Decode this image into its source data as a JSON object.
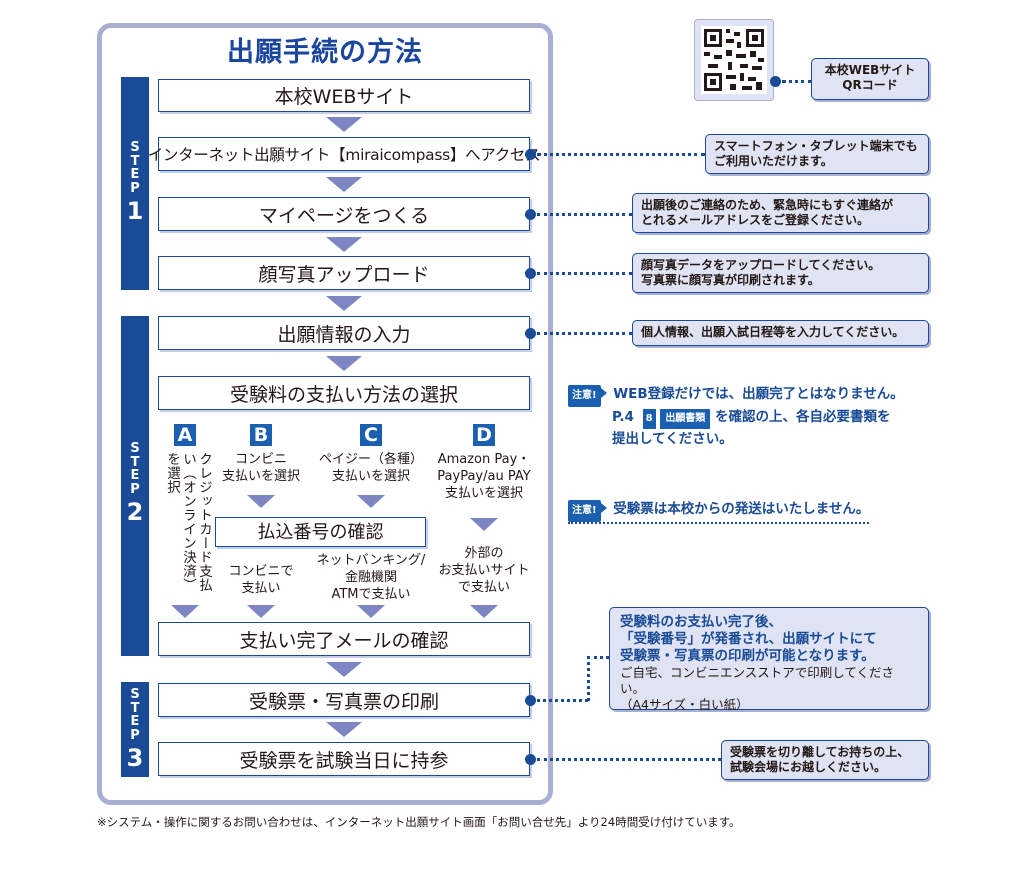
{
  "title": "出願手続の方法",
  "steps": [
    {
      "word": "STEP",
      "num": "1"
    },
    {
      "word": "STEP",
      "num": "2"
    },
    {
      "word": "STEP",
      "num": "3"
    }
  ],
  "boxes": {
    "website": "本校WEBサイト",
    "access": "インターネット出願サイト【miraicompass】へアクセス",
    "mypage": "マイページをつくる",
    "photo": "顔写真アップロード",
    "input": "出願情報の入力",
    "payselect": "受験料の支払い方法の選択",
    "paynumber": "払込番号の確認",
    "paydone": "支払い完了メールの確認",
    "print": "受験票・写真票の印刷",
    "bring": "受験票を試験当日に持参"
  },
  "options": {
    "a": {
      "letter": "A",
      "text": "クレジットカード支払い（オンライン決済）を選択"
    },
    "b": {
      "letter": "B",
      "line1": "コンビニ",
      "line2": "支払いを選択",
      "sub1": "コンビニで",
      "sub2": "支払い"
    },
    "c": {
      "letter": "C",
      "line1": "ペイジー（各種）",
      "line2": "支払いを選択",
      "sub1": "ネットバンキング/",
      "sub2": "金融機関",
      "sub3": "ATMで支払い"
    },
    "d": {
      "letter": "D",
      "line1": "Amazon Pay・",
      "line2": "PayPay/au PAY",
      "line3": "支払いを選択",
      "sub1": "外部の",
      "sub2": "お支払いサイト",
      "sub3": "で支払い"
    }
  },
  "qr": {
    "label1": "本校WEBサイト",
    "label2": "QRコード"
  },
  "notes": {
    "access": {
      "line1": "スマートフォン・タブレット端末でも",
      "line2": "ご利用いただけます。"
    },
    "mypage": {
      "line1": "出願後のご連絡のため、緊急時にもすぐ連絡が",
      "line2": "とれるメールアドレスをご登録ください。"
    },
    "photo": {
      "line1": "顔写真データをアップロードしてください。",
      "line2": "写真票に顔写真が印刷されます。"
    },
    "input": {
      "line1": "個人情報、出願入試日程等を入力してください。"
    },
    "print": {
      "hi1": "受験料のお支払い完了後、",
      "hi2": "「受験番号」が発番され、出願サイトにて",
      "hi3": "受験票・写真票の印刷が可能となります。",
      "lo1": "ご自宅、コンビニエンスストアで印刷してください。",
      "lo2": "（A4サイズ・白い紙）"
    },
    "bring": {
      "line1": "受験票を切り離してお持ちの上、",
      "line2": "試験会場にお越しください。"
    }
  },
  "warnings": {
    "tag": "注意!",
    "w1_line1": "WEB登録だけでは、出願完了とはなりません。",
    "w1_pre": "P.4",
    "w1_badge_num": "8",
    "w1_badge_text": "出願書類",
    "w1_post": "を確認の上、各自必要書類を",
    "w1_line3": "提出してください。",
    "w2": "受験票は本校からの発送はいたしません。"
  },
  "footer": "※システム・操作に関するお問い合わせは、インターネット出願サイト画面「お問い合せ先」より24時間受け付けています。",
  "colors": {
    "primary": "#1a4b96",
    "accent": "#1a5fb0",
    "arrow": "#7d86c3",
    "frame": "#a9aed3",
    "note_bg": "#dfe3f3"
  }
}
